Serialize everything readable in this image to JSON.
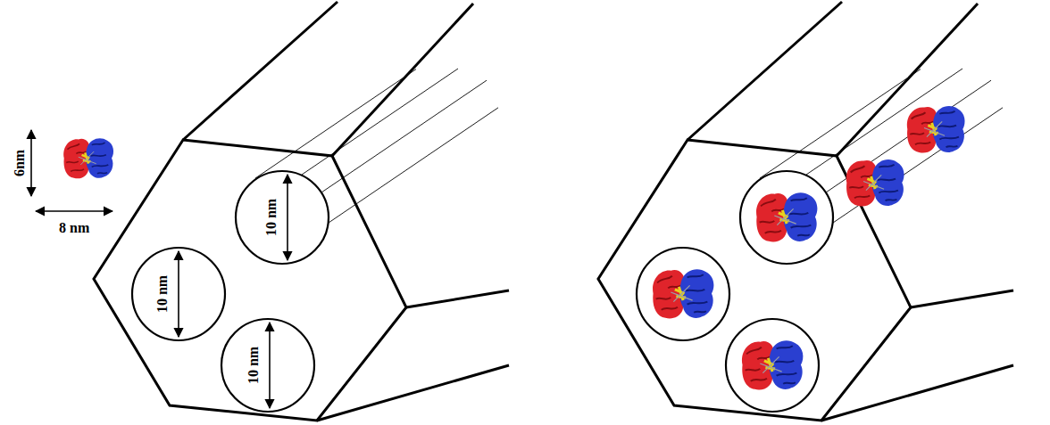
{
  "diagram": {
    "nodes": [
      {
        "text": [
          "10 nm"
        ]
      },
      {
        "text": [
          "10 nm"
        ]
      },
      {
        "text": [
          "10 nm"
        ]
      }
    ],
    "labels": [
      "6nm",
      "8 nm"
    ]
  }
}
